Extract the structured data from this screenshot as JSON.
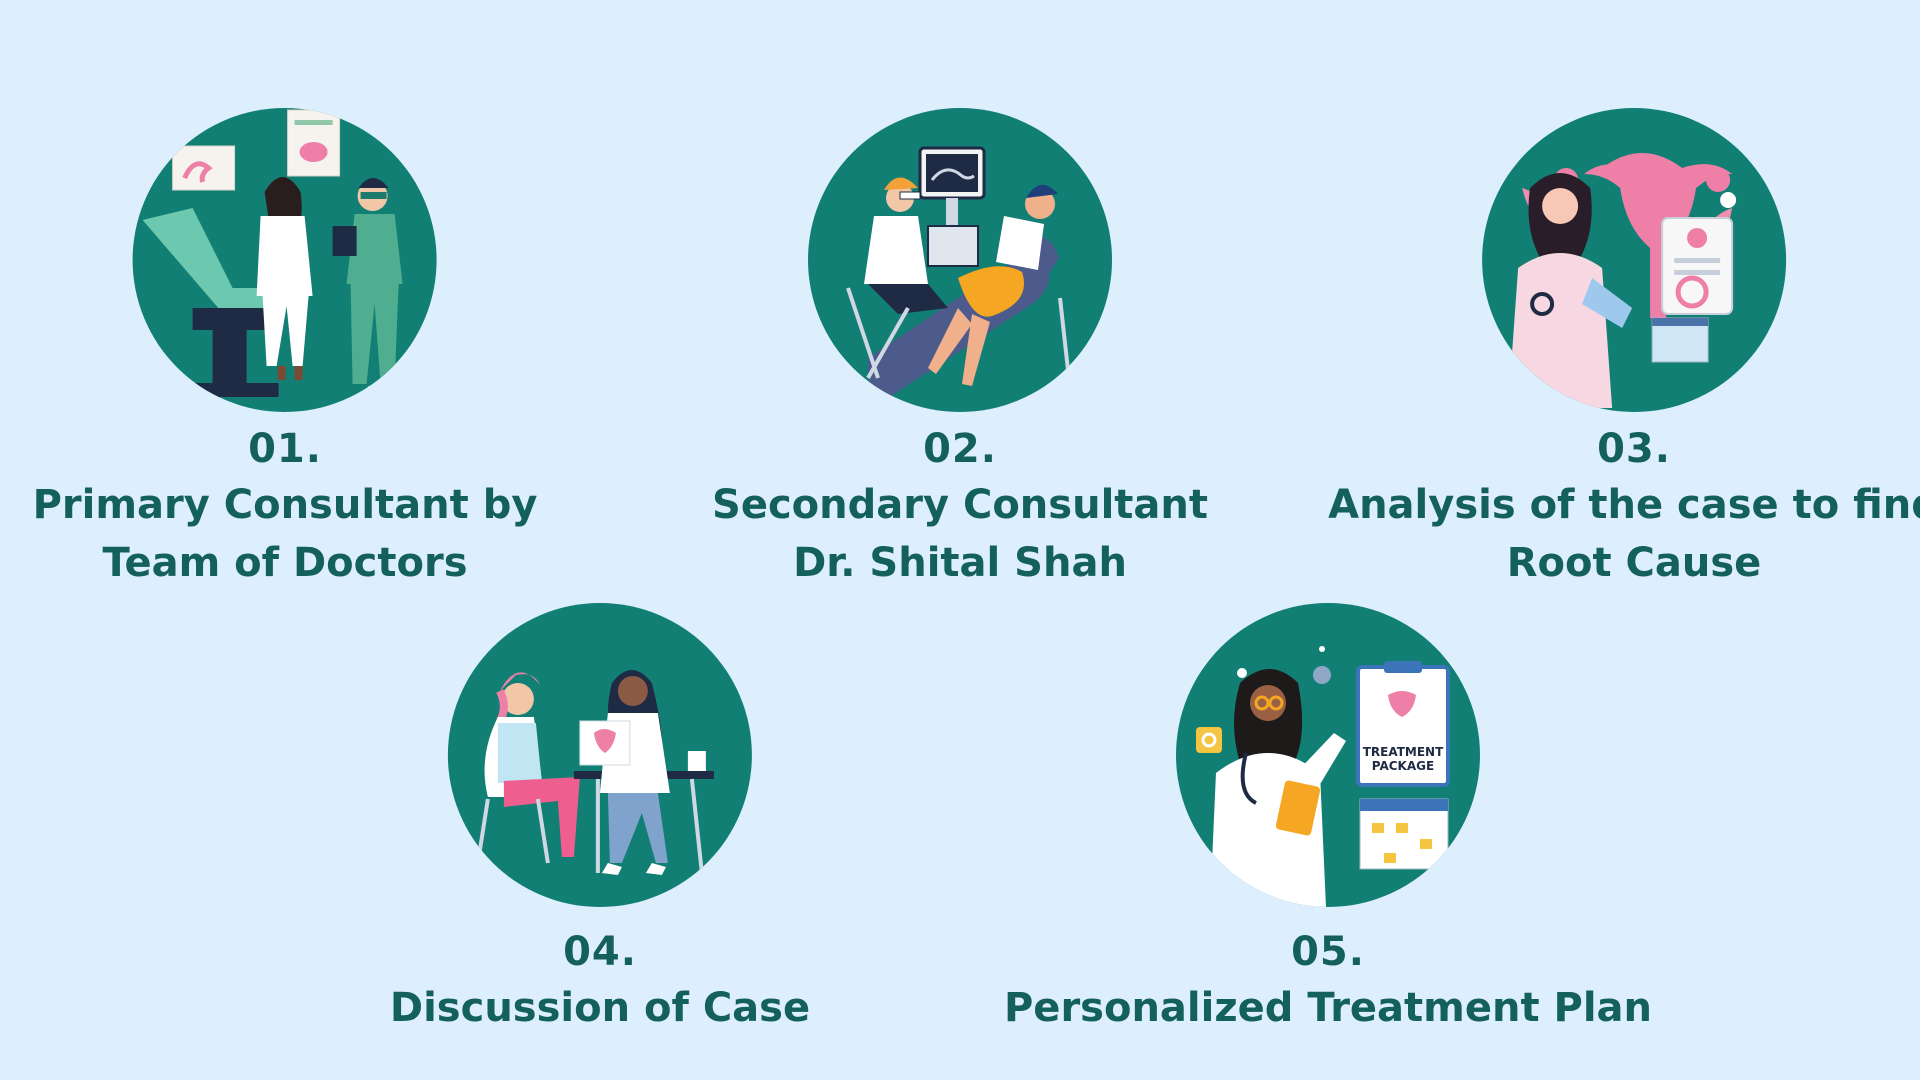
{
  "colors": {
    "background": "#ddeffd",
    "circle": "#127f74",
    "text": "#14605a",
    "accent_pink": "#ee7fa7"
  },
  "steps": [
    {
      "number": "01.",
      "title_lines": [
        "Primary Consultant by",
        "Team of Doctors"
      ],
      "icon": "doctors-consultation-icon"
    },
    {
      "number": "02.",
      "title_lines": [
        "Secondary Consultant",
        "Dr. Shital Shah"
      ],
      "icon": "ultrasound-scan-icon"
    },
    {
      "number": "03.",
      "title_lines": [
        "Analysis of the case to find",
        "Root Cause"
      ],
      "icon": "case-analysis-icon"
    },
    {
      "number": "04.",
      "title_lines": [
        "Discussion of Case"
      ],
      "icon": "case-discussion-icon"
    },
    {
      "number": "05.",
      "title_lines": [
        "Personalized Treatment Plan"
      ],
      "icon": "treatment-plan-icon",
      "illustration_label": [
        "TREATMENT",
        "PACKAGE"
      ]
    }
  ]
}
